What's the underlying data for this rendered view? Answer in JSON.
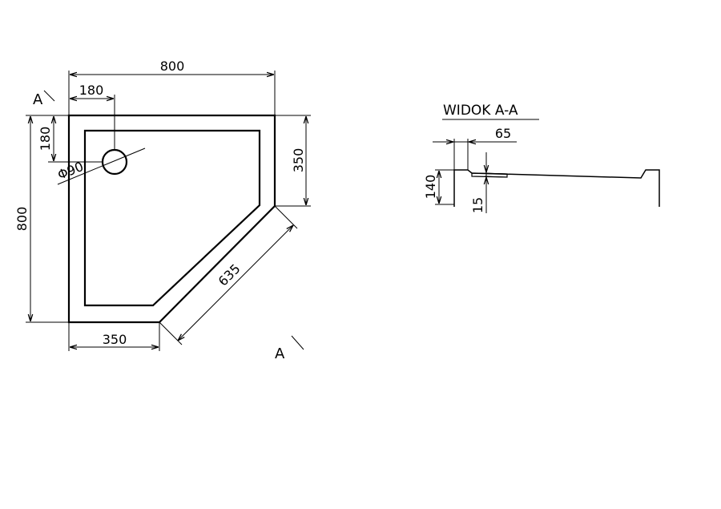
{
  "plan": {
    "width_label": "800",
    "depth_label": "800",
    "drain_x_label": "180",
    "drain_y_label": "180",
    "drain_diameter_label": "Φ90",
    "side_label": "350",
    "bottom_label": "350",
    "diagonal_label": "635",
    "section_mark_top": "A",
    "section_mark_bottom": "A"
  },
  "section": {
    "title": "WIDOK A-A",
    "rim_label": "65",
    "height_label": "140",
    "thickness_label": "15"
  }
}
